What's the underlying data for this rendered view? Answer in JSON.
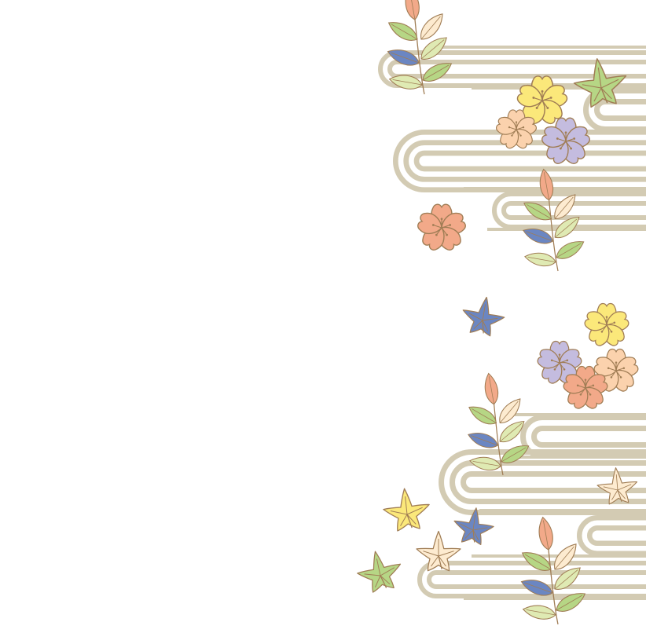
{
  "colors": {
    "background": "#ffffff",
    "wave": "#d3cbb3",
    "outline": "#a07d55",
    "yellow": "#fbe87a",
    "peach": "#fbd2ad",
    "salmon": "#f2a989",
    "lavender": "#c4bcdf",
    "blue": "#6b86c2",
    "green": "#b6d685",
    "light_green": "#dfeab3",
    "cream": "#fdebd0"
  },
  "motifs": {
    "waves": "flowing-water-pattern",
    "flowers": "sakura-blossom",
    "maple": "maple-leaf",
    "sprigs": "leaf-sprig"
  }
}
